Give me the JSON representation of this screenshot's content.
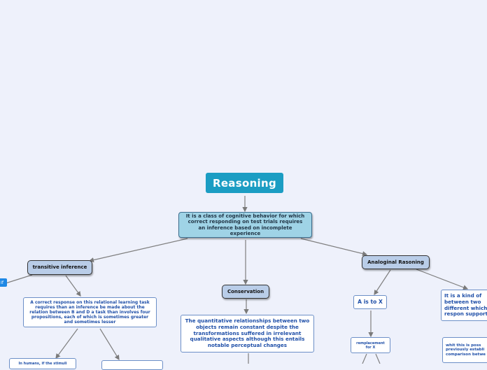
{
  "map": {
    "root": "Reasoning",
    "definition": "It is a class of cognitive behavior for which correct responding on test trials requires an inference based on incomplete experience",
    "branches": {
      "transitive": {
        "title": "transitive inference",
        "detail": "A correct response on this relational learning task requires than an inference be made about the relation between B and D a task than involves four propositions, each of which is sometimes greater and sometimes lesser",
        "sub_left": "In humans, if the stimuli",
        "sub_right": ""
      },
      "conservation": {
        "title": "Conservation",
        "detail": "The quantitative relationships between two objects remain constant despite the transformations suffered in irrelevant qualitative aspects although this entails notable perceptual changes"
      },
      "analogical": {
        "title": "Analoginal Rasoning",
        "a_is_to_x": "A is to X",
        "replacement": "remplacement for X",
        "right_box": "It is a kind of between two different which respon support",
        "right_box2": "whit this is poss previously establi comparison betwe"
      }
    },
    "edge_tag": "If"
  }
}
